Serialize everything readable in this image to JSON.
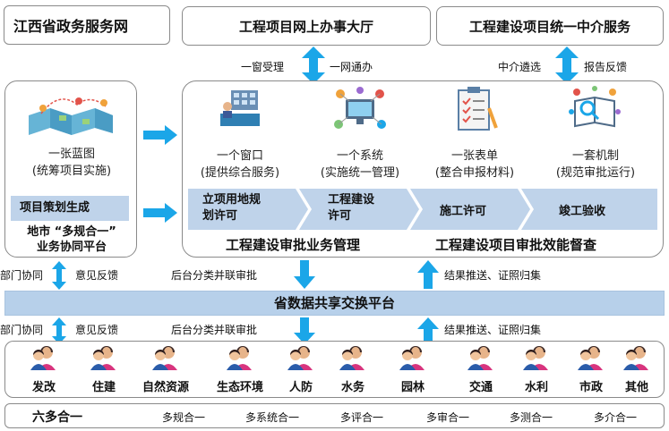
{
  "header": {
    "title": "江西省政务服务网",
    "hall": "工程项目网上办事大厅",
    "intermediary": "工程建设项目统一中介服务"
  },
  "links_top": {
    "window_accept": "一窗受理",
    "one_network": "一网通办",
    "agency_select": "中介遴选",
    "report_feedback": "报告反馈"
  },
  "left_panel": {
    "caption_line1": "一张蓝图",
    "caption_line2": "(统筹项目实施)",
    "planning": "项目策划生成",
    "platform_line1": "地市 “多规合一”",
    "platform_line2": "业务协同平台"
  },
  "pillars": [
    {
      "line1": "一个窗口",
      "line2": "(提供综合服务)"
    },
    {
      "line1": "一个系统",
      "line2": "(实施统一管理)"
    },
    {
      "line1": "一张表单",
      "line2": "(整合申报材料)"
    },
    {
      "line1": "一套机制",
      "line2": "(规范审批运行)"
    }
  ],
  "stages": [
    {
      "line1": "立项用地规",
      "line2": "划许可"
    },
    {
      "line1": "工程建设",
      "line2": "许可"
    },
    {
      "line1": "施工许可",
      "line2": ""
    },
    {
      "line1": "竣工验收",
      "line2": ""
    }
  ],
  "mgmt": {
    "business": "工程建设审批业务管理",
    "efficiency": "工程建设项目审批效能督查"
  },
  "mid": {
    "dept_coop": "部门协同",
    "feedback": "意见反馈",
    "parallel": "后台分类并联审批",
    "push": "结果推送、证照归集",
    "exchange": "省数据共享交换平台"
  },
  "departments": [
    "发改",
    "住建",
    "自然资源",
    "生态环境",
    "人防",
    "水务",
    "园林",
    "交通",
    "水利",
    "市政",
    "其他"
  ],
  "footer": {
    "title": "六多合一",
    "items": [
      "多规合一",
      "多系统合一",
      "多评合一",
      "多审合一",
      "多测合一",
      "多介合一"
    ]
  },
  "colors": {
    "arrow_blue": "#1ba6e8",
    "stage_band": "#bfd3ea",
    "exchange_band": "#b7d0ea"
  }
}
